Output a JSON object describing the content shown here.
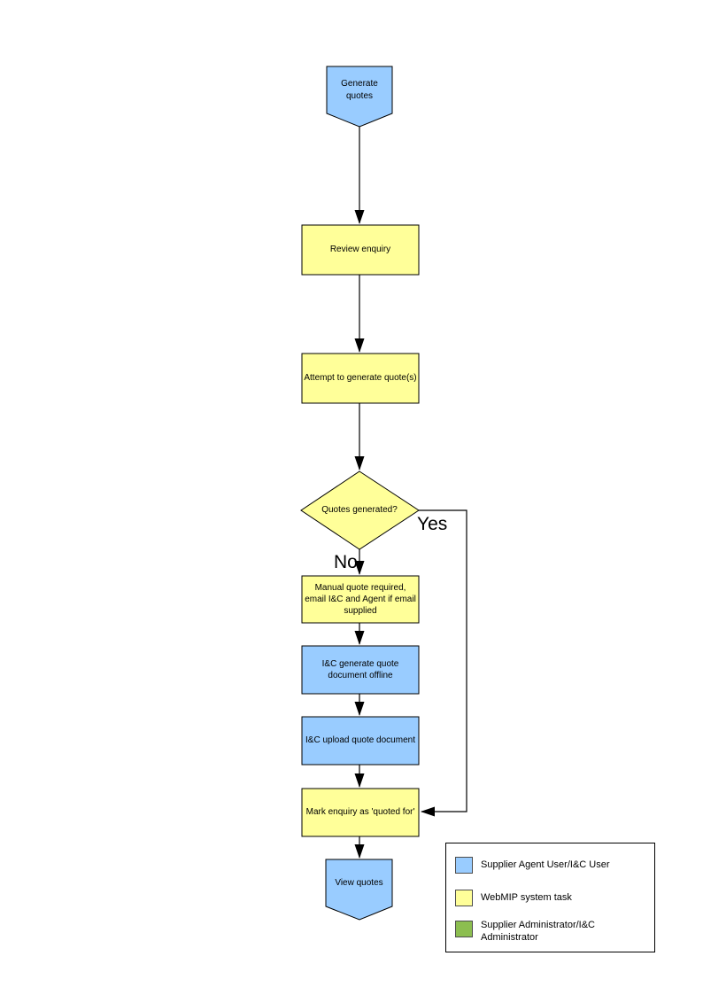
{
  "colors": {
    "user_task": "#99CCFF",
    "system_task": "#FFFF99",
    "admin_task": "#8CBE50",
    "shape_border": "#000000",
    "connector": "#000000"
  },
  "flowchart": {
    "start_label": "Generate quotes",
    "review_label": "Review enquiry",
    "attempt_label": "Attempt to generate quote(s)",
    "decision_label": "Quotes generated?",
    "yes_label": "Yes",
    "no_label": "No",
    "manual_label": "Manual quote required, email I&C and Agent if email supplied",
    "ic_generate_label": "I&C generate quote document offline",
    "ic_upload_label": "I&C upload quote document",
    "mark_label": "Mark enquiry as 'quoted for'",
    "end_label": "View quotes"
  },
  "legend": {
    "items": [
      {
        "label": "Supplier Agent User/I&C User",
        "color": "#99CCFF"
      },
      {
        "label": "WebMIP system task",
        "color": "#FFFF99"
      },
      {
        "label": "Supplier Administrator/I&C Administrator",
        "color": "#8CBE50"
      }
    ]
  }
}
